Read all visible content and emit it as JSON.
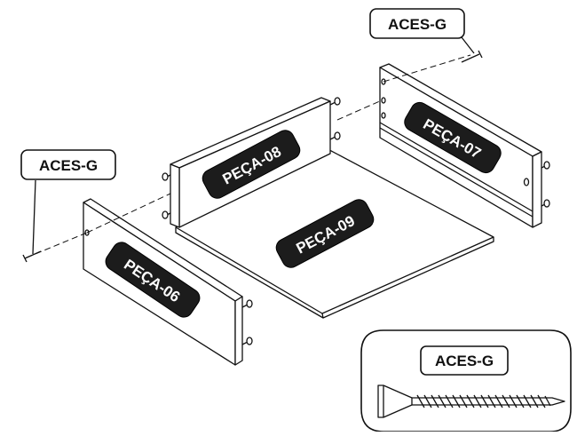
{
  "diagram": {
    "parts": {
      "peca06": "PEÇA-06",
      "peca07": "PEÇA-07",
      "peca08": "PEÇA-08",
      "peca09": "PEÇA-09"
    },
    "hardware": {
      "callout_right": "ACES-G",
      "callout_left": "ACES-G",
      "detail_label": "ACES-G"
    }
  }
}
